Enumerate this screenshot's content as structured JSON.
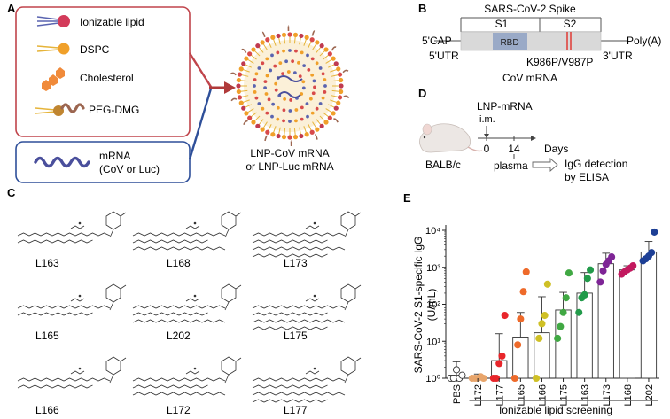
{
  "panels": {
    "A": {
      "letter": "A",
      "legend": [
        "Ionizable lipid",
        "DSPC",
        "Cholesterol",
        "PEG-DMG"
      ],
      "mrna_line1": "mRNA",
      "mrna_line2": "(CoV or Luc)",
      "product_line1": "LNP-CoV mRNA",
      "product_line2": "or LNP-Luc mRNA"
    },
    "B": {
      "letter": "B",
      "spike_title": "SARS-CoV-2 Spike",
      "s1": "S1",
      "s2": "S2",
      "rbd": "RBD",
      "cap": "5'CAP",
      "utr5": "5'UTR",
      "polyA": "Poly(A)",
      "utr3": "3'UTR",
      "mutation": "K986P/V987P",
      "caption": "CoV mRNA"
    },
    "C": {
      "letter": "C",
      "lipids": [
        "L163",
        "L168",
        "L173",
        "L165",
        "L202",
        "L175",
        "L166",
        "L172",
        "L177"
      ]
    },
    "D": {
      "letter": "D",
      "injection": "LNP-mRNA",
      "route": "i.m.",
      "day0": "0",
      "day14": "14",
      "days": "Days",
      "mouse": "BALB/c",
      "sample": "plasma",
      "readout_line1": "IgG detection",
      "readout_line2": "by ELISA"
    },
    "E": {
      "letter": "E",
      "bottom_label": "Ionizable lipid screening"
    }
  },
  "chart_data": {
    "type": "bar",
    "scale": "log",
    "ylabel_line1": "SARS-CoV-2 S1-specific IgG",
    "ylabel_line2": "(U/mL)",
    "ylim": [
      1,
      10000
    ],
    "yticks": [
      "10⁰",
      "10¹",
      "10²",
      "10³",
      "10⁴"
    ],
    "categories": [
      "PBS",
      "L172",
      "L177",
      "L165",
      "L166",
      "L175",
      "L163",
      "L173",
      "L168",
      "L202"
    ],
    "means": [
      1.2,
      1.1,
      3,
      13,
      17,
      70,
      200,
      1250,
      850,
      2600
    ],
    "err_upper": [
      2.8,
      1.3,
      16,
      60,
      160,
      210,
      720,
      2400,
      1100,
      5000
    ],
    "colors": [
      "#ffffff",
      "#e8a56b",
      "#e8262b",
      "#ee6a2a",
      "#cfc026",
      "#40a843",
      "#229a4a",
      "#7e2596",
      "#c2195f",
      "#1d3f95"
    ],
    "points": [
      [
        1.0,
        1.0,
        1.7,
        1.0,
        1.2
      ],
      [
        1.0,
        1.0,
        1.0,
        1.1,
        1.0
      ],
      [
        1.0,
        1.0,
        2.5,
        4.0,
        50
      ],
      [
        1.0,
        8,
        40,
        220,
        750
      ],
      [
        1.0,
        12,
        30,
        50,
        350
      ],
      [
        12,
        25,
        60,
        150,
        700
      ],
      [
        60,
        150,
        180,
        500,
        850
      ],
      [
        400,
        800,
        1200,
        1500,
        1900
      ],
      [
        650,
        750,
        850,
        950,
        1100
      ],
      [
        1500,
        1700,
        2000,
        2500,
        9000
      ]
    ]
  }
}
